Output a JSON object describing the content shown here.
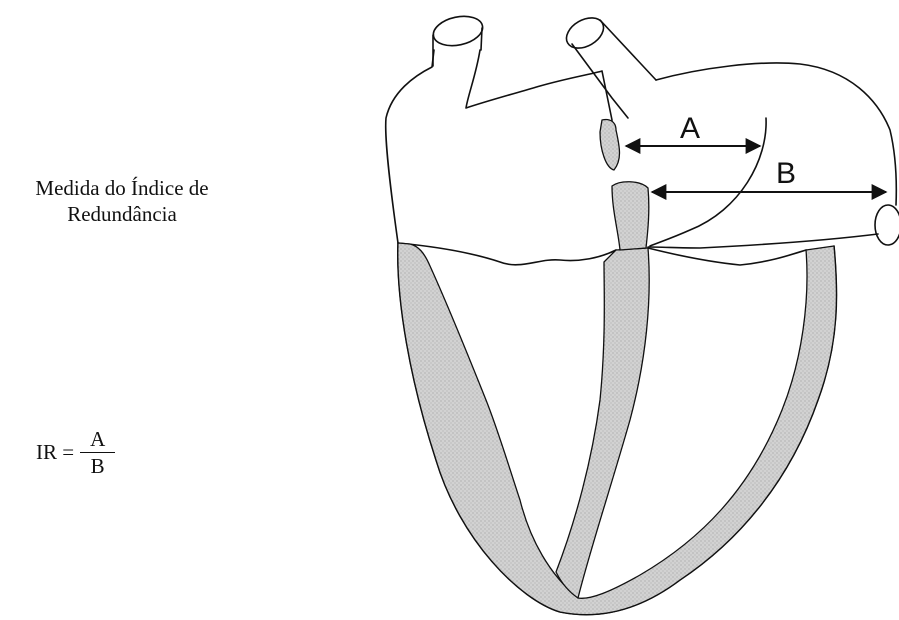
{
  "caption": {
    "line1": "Medida do Índice de",
    "line2": "Redundância"
  },
  "formula": {
    "lhs": "IR =",
    "numerator": "A",
    "denominator": "B"
  },
  "diagram": {
    "label_a": "A",
    "label_b": "B",
    "wall_fill": "#d4d4d4",
    "line_color": "#111111"
  }
}
